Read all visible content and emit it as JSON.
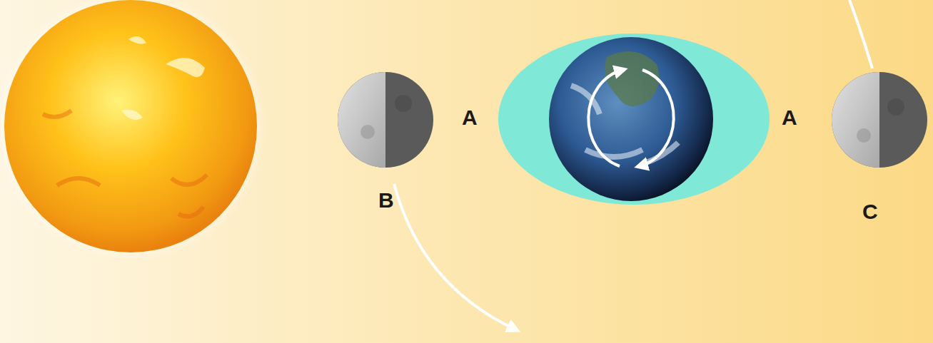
{
  "diagram": {
    "labels": [
      "A",
      "A",
      "B",
      "C"
    ]
  }
}
